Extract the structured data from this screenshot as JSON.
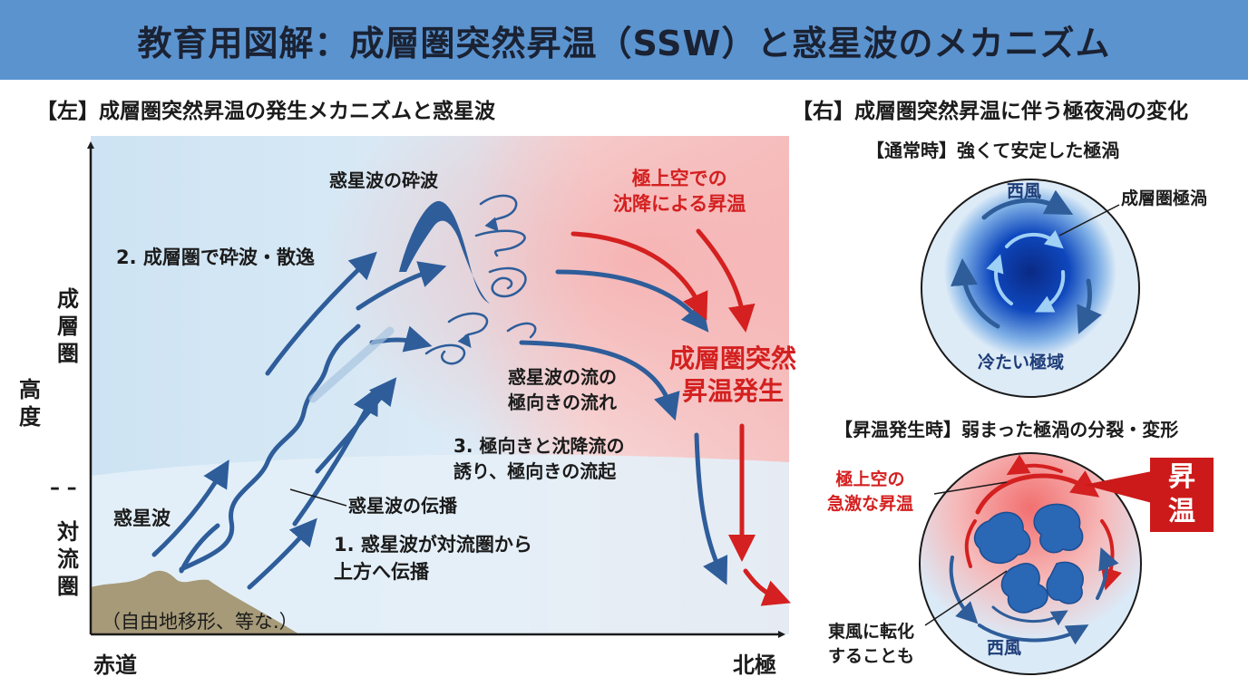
{
  "title": "教育用図解：成層圏突然昇温（SSW）と惑星波のメカニズム",
  "left": {
    "heading": "【左】成層圏突然昇温の発生メカニズムと惑星波",
    "y_axis_label": [
      "高",
      "度"
    ],
    "stratosphere_label": [
      "成",
      "層",
      "圏"
    ],
    "troposphere_label": [
      "対",
      "流",
      "圏"
    ],
    "boundary_mark": "– –",
    "x_axis_left": "赤道",
    "x_axis_right": "北極",
    "labels": {
      "wave_breaking": "惑星波の砕波",
      "step2": "2. 成層圏で砕波・散逸",
      "polar_heating": [
        "極上空での",
        "沈降による昇温"
      ],
      "ssw_onset": [
        "成層圏突然",
        "昇温発生"
      ],
      "poleward_flow": [
        "惑星波の流の",
        "極向きの流れ"
      ],
      "step3": [
        "3. 極向きと沈降流の",
        "誘り、極向きの流起"
      ],
      "planetary_wave": "惑星波",
      "wave_propagation": "惑星波の伝播",
      "step1": [
        "1. 惑星波が対流圏から",
        "上方へ伝播"
      ],
      "terrain": "（自由地移形、等な.）"
    }
  },
  "right": {
    "heading": "【右】成層圏突然昇温に伴う極夜渦の変化",
    "normal": {
      "subtitle": "【通常時】強くて安定した極渦",
      "westerly": "西風",
      "vortex": "成層圏極渦",
      "cold_region": "冷たい極域"
    },
    "ssw": {
      "subtitle": "【昇温発生時】弱まった極渦の分裂・変形",
      "heating": [
        "極上空の",
        "急激な昇温"
      ],
      "badge": [
        "昇",
        "温"
      ],
      "easterly": [
        "東風に転化",
        "することも"
      ],
      "westerly": "西風"
    }
  },
  "colors": {
    "title_bar": "#5b93cf",
    "wave_blue": "#2e5d9a",
    "heat_red": "#d42020",
    "vortex_blue": "#0d3fa8",
    "terrain": "#a69a78"
  }
}
